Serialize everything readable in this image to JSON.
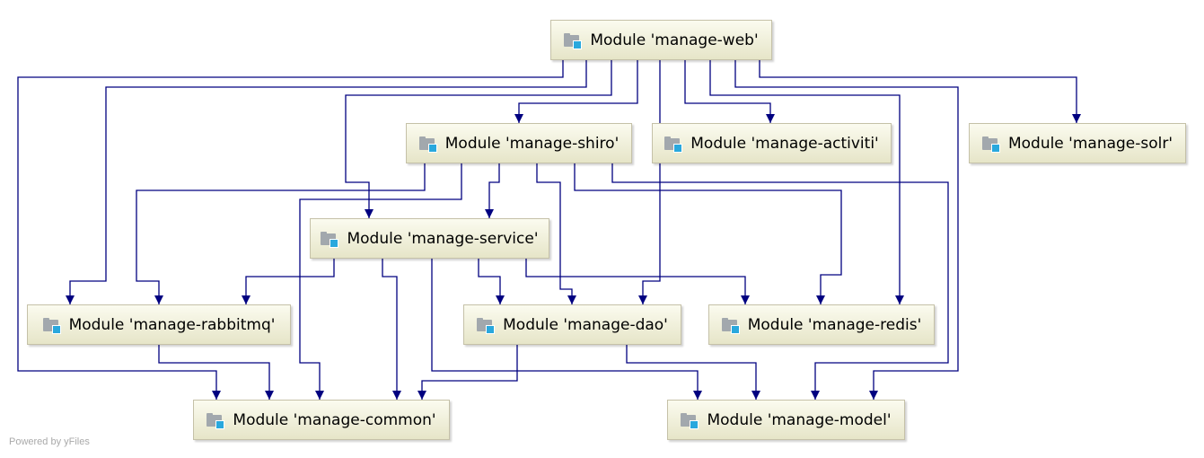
{
  "nodes": {
    "web": "Module 'manage-web'",
    "shiro": "Module 'manage-shiro'",
    "activiti": "Module 'manage-activiti'",
    "solr": "Module 'manage-solr'",
    "service": "Module 'manage-service'",
    "rabbitmq": "Module 'manage-rabbitmq'",
    "dao": "Module 'manage-dao'",
    "redis": "Module 'manage-redis'",
    "common": "Module 'manage-common'",
    "model": "Module 'manage-model'"
  },
  "edges": [
    {
      "from": "web",
      "to": "rabbitmq"
    },
    {
      "from": "web",
      "to": "common"
    },
    {
      "from": "web",
      "to": "service"
    },
    {
      "from": "web",
      "to": "shiro"
    },
    {
      "from": "web",
      "to": "dao"
    },
    {
      "from": "web",
      "to": "activiti"
    },
    {
      "from": "web",
      "to": "redis"
    },
    {
      "from": "web",
      "to": "model"
    },
    {
      "from": "web",
      "to": "solr"
    },
    {
      "from": "shiro",
      "to": "rabbitmq"
    },
    {
      "from": "shiro",
      "to": "common"
    },
    {
      "from": "shiro",
      "to": "service"
    },
    {
      "from": "shiro",
      "to": "dao"
    },
    {
      "from": "shiro",
      "to": "redis"
    },
    {
      "from": "shiro",
      "to": "model"
    },
    {
      "from": "service",
      "to": "rabbitmq"
    },
    {
      "from": "service",
      "to": "common"
    },
    {
      "from": "service",
      "to": "model"
    },
    {
      "from": "service",
      "to": "dao"
    },
    {
      "from": "service",
      "to": "redis"
    },
    {
      "from": "rabbitmq",
      "to": "common"
    },
    {
      "from": "dao",
      "to": "common"
    },
    {
      "from": "dao",
      "to": "model"
    }
  ],
  "footer": {
    "watermark": "Powered by yFiles"
  },
  "colors": {
    "edge": "#000080",
    "node_border": "#c5c1a8",
    "badge": "#29a8dd"
  }
}
